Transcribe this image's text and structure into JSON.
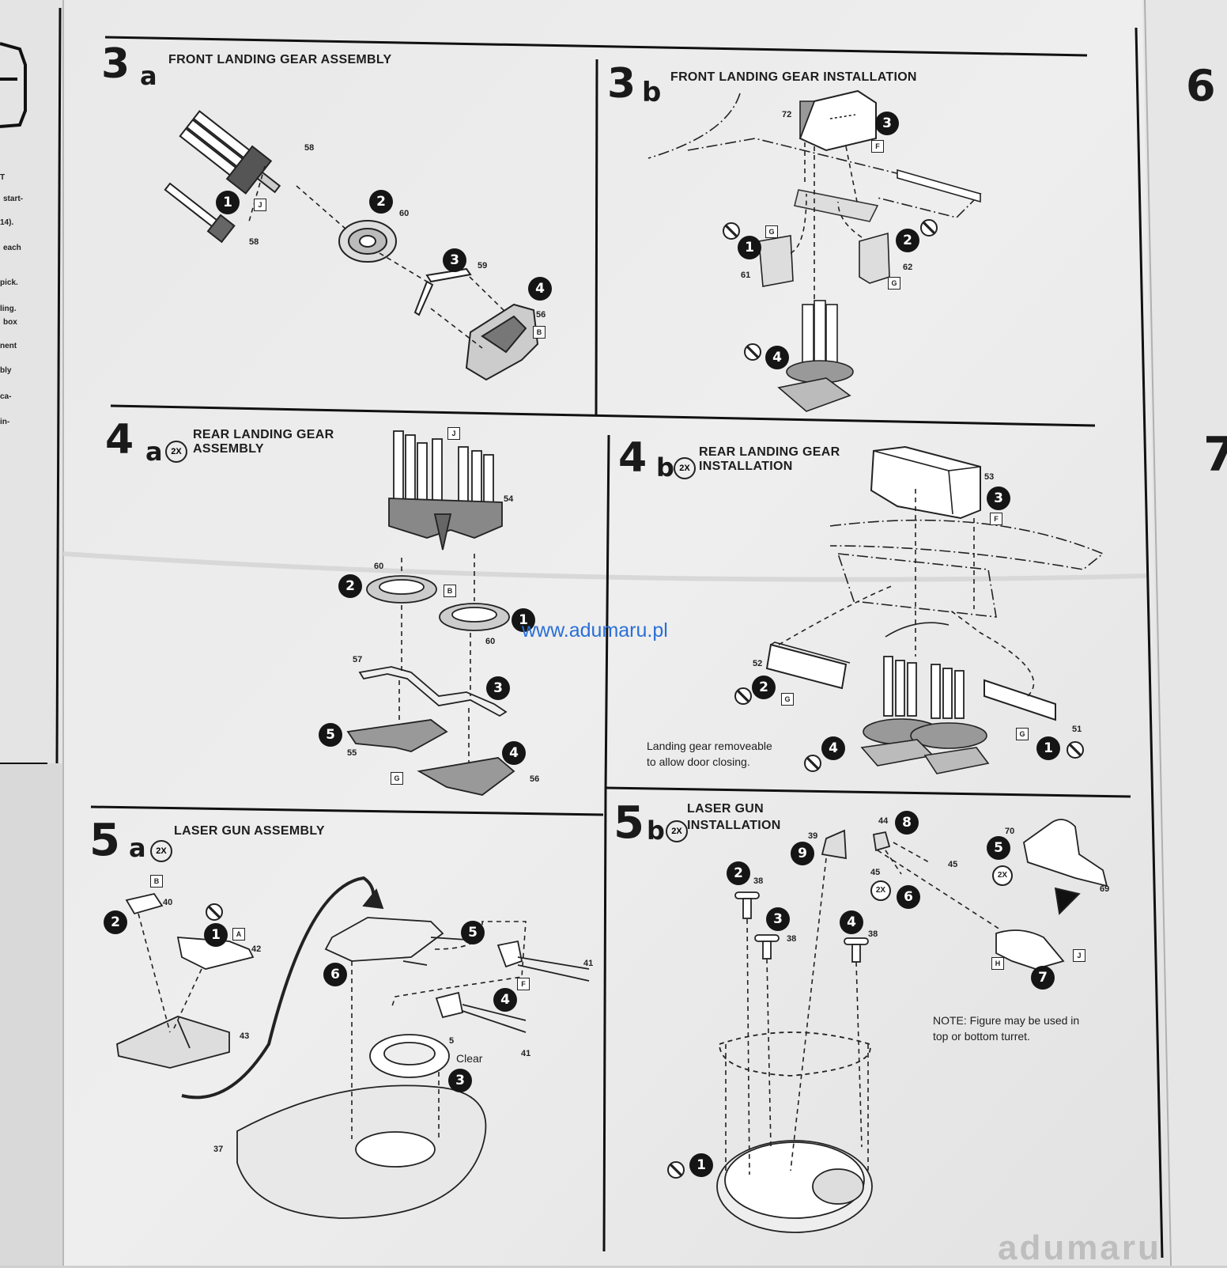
{
  "sections": {
    "s3a": {
      "number": "3",
      "letter": "a",
      "title": "FRONT LANDING GEAR ASSEMBLY"
    },
    "s3b": {
      "number": "3",
      "letter": "b",
      "title": "FRONT LANDING GEAR INSTALLATION"
    },
    "s4a": {
      "number": "4",
      "letter": "a",
      "badge": "2X",
      "title_line1": "REAR LANDING GEAR",
      "title_line2": "ASSEMBLY"
    },
    "s4b": {
      "number": "4",
      "letter": "b",
      "badge": "2X",
      "title_line1": "REAR LANDING GEAR",
      "title_line2": "INSTALLATION",
      "note_line1": "Landing gear removeable",
      "note_line2": "to allow door closing."
    },
    "s5a": {
      "number": "5",
      "letter": "a",
      "badge": "2X",
      "title": "LASER GUN ASSEMBLY",
      "clear_label": "Clear"
    },
    "s5b": {
      "number": "5",
      "letter": "b",
      "badge": "2X",
      "title_line1": "LASER GUN",
      "title_line2": "INSTALLATION",
      "note_line1": "NOTE: Figure may be used in",
      "note_line2": "top or bottom turret."
    }
  },
  "edge_sections": {
    "right_top": "6",
    "right_mid": "7"
  },
  "left_column_fragments": [
    "T",
    "start-",
    "14).",
    "each",
    "pick.",
    "ling.",
    "box",
    "nent",
    "bly",
    "ca-",
    "in-"
  ],
  "part_numbers": {
    "p58a": "58",
    "p58b": "58",
    "p60a": "60",
    "p59": "59",
    "p56a": "56",
    "p72": "72",
    "p61": "61",
    "p62": "62",
    "p54": "54",
    "p60b": "60",
    "p60c": "60",
    "p57": "57",
    "p55": "55",
    "p56b": "56",
    "p53": "53",
    "p52": "52",
    "p51": "51",
    "p40": "40",
    "p42": "42",
    "p43": "43",
    "p5": "5",
    "p41a": "41",
    "p41b": "41",
    "p37": "37",
    "p39": "39",
    "p44": "44",
    "p45a": "45",
    "p45b": "45",
    "p70": "70",
    "p69": "69",
    "p38a": "38",
    "p38b": "38",
    "p38c": "38"
  },
  "step_circles": {
    "a1": "1",
    "a2": "2",
    "a3": "3",
    "a4": "4",
    "b1": "1",
    "b2": "2",
    "b3": "3",
    "b4": "4",
    "c1": "1",
    "c2": "2",
    "c3": "3",
    "c4": "4",
    "c5": "5",
    "d1": "1",
    "d2": "2",
    "d3": "3",
    "d4": "4",
    "e1": "1",
    "e2": "2",
    "e3": "3",
    "e4": "4",
    "e5": "5",
    "e6": "6",
    "f1": "1",
    "f2": "2",
    "f3": "3",
    "f4": "4",
    "f5": "5",
    "f6": "6",
    "f7": "7",
    "f8": "8",
    "f9": "9"
  },
  "sprue_letters": {
    "j1": "J",
    "b1": "B",
    "f1": "F",
    "g1": "G",
    "g2": "G",
    "j2": "J",
    "b2": "B",
    "g3": "G",
    "f2": "F",
    "g4": "G",
    "g5": "G",
    "b3": "B",
    "a1": "A",
    "f3": "F",
    "j3": "J",
    "h1": "H"
  },
  "count_badges": {
    "x1": "2X",
    "x2": "2X"
  },
  "watermark": "www.adumaru.pl",
  "corner_watermark": "adumaru"
}
